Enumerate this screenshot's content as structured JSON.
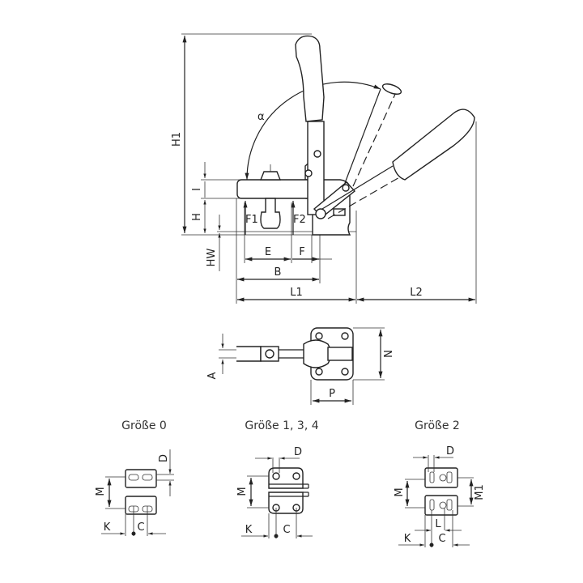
{
  "side_view": {
    "H1": "H1",
    "I": "I",
    "H": "H",
    "HW": "HW",
    "F1": "F1",
    "F2": "F2",
    "E": "E",
    "F": "F",
    "B": "B",
    "L1": "L1",
    "L2": "L2",
    "alpha": "α"
  },
  "top_view": {
    "A": "A",
    "N": "N",
    "P": "P"
  },
  "sizes": [
    {
      "title": "Größe 0",
      "D": "D",
      "M": "M",
      "K": "K",
      "C": "C"
    },
    {
      "title": "Größe 1, 3, 4",
      "D": "D",
      "M": "M",
      "K": "K",
      "C": "C"
    },
    {
      "title": "Größe 2",
      "D": "D",
      "M": "M",
      "M1": "M1",
      "L": "L",
      "K": "K",
      "C": "C"
    }
  ]
}
